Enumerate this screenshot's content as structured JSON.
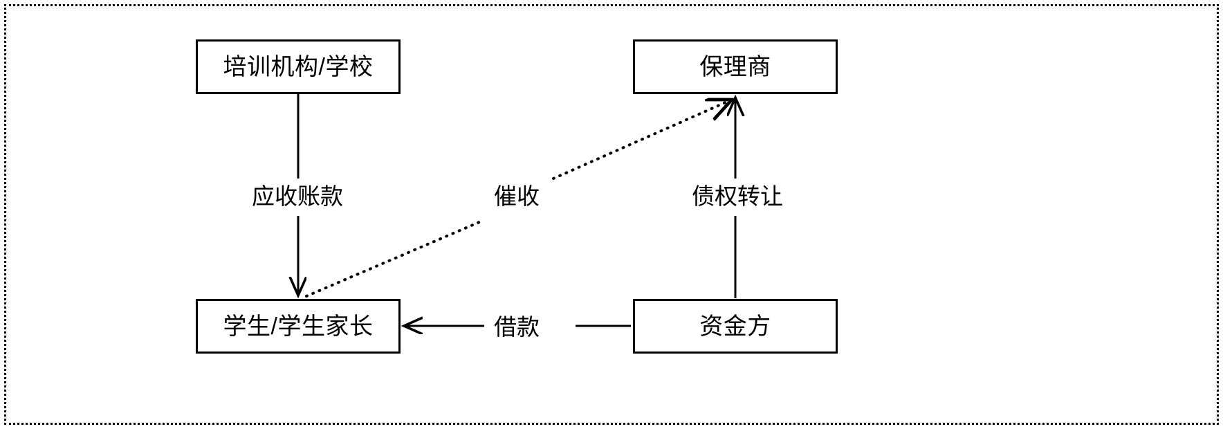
{
  "diagram": {
    "title_present": false,
    "frame_border_style": "dotted",
    "stroke_color": "#000000",
    "background_color": "#ffffff",
    "nodes": [
      {
        "id": "training",
        "label": "培训机构/学校"
      },
      {
        "id": "factoring",
        "label": "保理商"
      },
      {
        "id": "student",
        "label": "学生/学生家长"
      },
      {
        "id": "funder",
        "label": "资金方"
      }
    ],
    "edges": [
      {
        "id": "receivable",
        "label": "应收账款",
        "from": "training",
        "to": "student",
        "style": "solid",
        "direction": "down"
      },
      {
        "id": "collection",
        "label": "催收",
        "from": "student",
        "to": "factoring",
        "style": "dotted",
        "direction": "up-right"
      },
      {
        "id": "assignment",
        "label": "债权转让",
        "from": "funder",
        "to": "factoring",
        "style": "solid",
        "direction": "up"
      },
      {
        "id": "loan",
        "label": "借款",
        "from": "funder",
        "to": "student",
        "style": "solid",
        "direction": "left"
      }
    ]
  }
}
